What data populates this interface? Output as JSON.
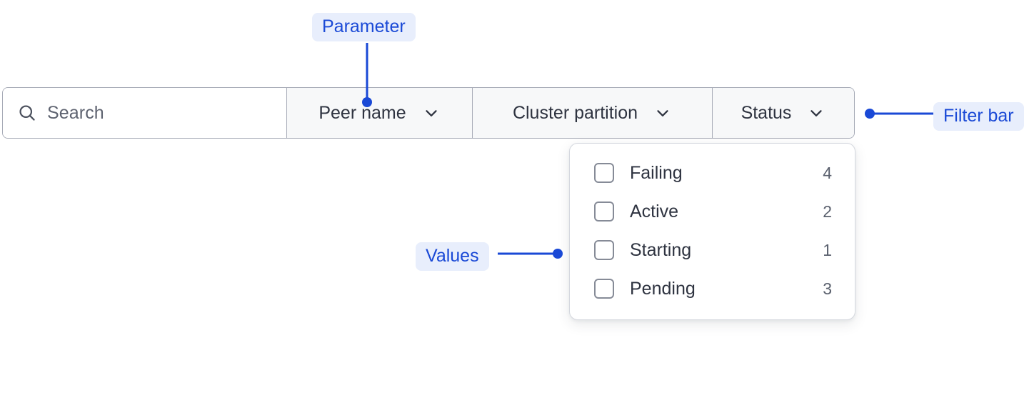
{
  "filter_bar": {
    "search": {
      "icon": "search-icon",
      "placeholder": "Search",
      "value": ""
    },
    "dropdowns": [
      {
        "label": "Peer name",
        "icon": "chevron-down-icon"
      },
      {
        "label": "Cluster partition",
        "icon": "chevron-down-icon"
      },
      {
        "label": "Status",
        "icon": "chevron-down-icon"
      }
    ]
  },
  "dropdown_panel": {
    "open_for": "Status",
    "options": [
      {
        "label": "Failing",
        "count": "4",
        "checked": false
      },
      {
        "label": "Active",
        "count": "2",
        "checked": false
      },
      {
        "label": "Starting",
        "count": "1",
        "checked": false
      },
      {
        "label": "Pending",
        "count": "3",
        "checked": false
      }
    ]
  },
  "annotations": [
    {
      "id": "parameter",
      "label": "Parameter"
    },
    {
      "id": "filter-bar",
      "label": "Filter bar"
    },
    {
      "id": "values",
      "label": "Values"
    }
  ],
  "colors": {
    "annotation_text": "#1a49d6",
    "annotation_bg": "#e8eefc",
    "leader_line": "#1a49d6",
    "bar_border": "#a7abb7",
    "cell_bg": "#f7f8f9",
    "text": "#2e3340",
    "muted_text": "#5e6370"
  }
}
